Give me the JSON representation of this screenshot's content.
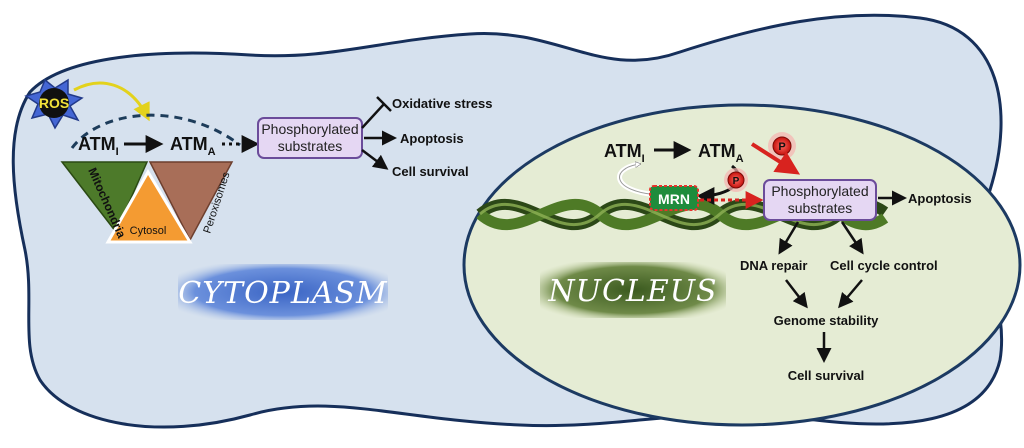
{
  "colors": {
    "cell": "#d7e2ee",
    "cell_stroke": "#15315c",
    "nucleus": "#e6edd5",
    "substrate_box": "#e6d9f2",
    "substrate_stroke": "#6a4a9a",
    "ros": "#4a6fd6",
    "phospho": "#e8322c",
    "mrn": "#1f8c3c",
    "dna": "#2e4a1a"
  },
  "cytoplasm": {
    "label": "CYTOPLASM",
    "ros": "ROS",
    "atm_inactive": "ATM",
    "atm_inactive_sub": "I",
    "atm_active": "ATM",
    "atm_active_sub": "A",
    "organelles": [
      "Mitochondria",
      "Cytosol",
      "Peroxisomes"
    ],
    "substrates": [
      "Phosphorylated",
      "substrates"
    ],
    "outcomes": [
      "Oxidative stress",
      "Apoptosis",
      "Cell survival"
    ]
  },
  "nucleus": {
    "label": "NUCLEUS",
    "atm_inactive": "ATM",
    "atm_inactive_sub": "I",
    "atm_active": "ATM",
    "atm_active_sub": "A",
    "phospho": "P",
    "mrn": "MRN",
    "substrates": [
      "Phosphorylated",
      "substrates"
    ],
    "apoptosis": "Apoptosis",
    "dna_repair": "DNA repair",
    "cell_cycle": "Cell cycle control",
    "genome_stability": "Genome stability",
    "cell_survival": "Cell survival"
  }
}
